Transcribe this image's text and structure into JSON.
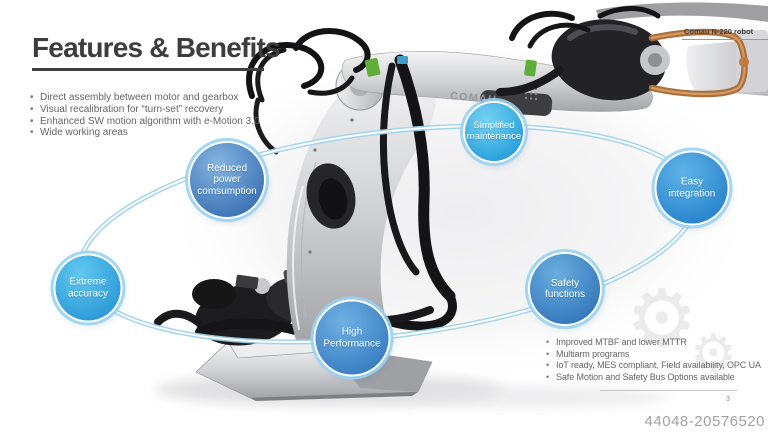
{
  "slide": {
    "title": "Features & Benefits",
    "product_label": "Comau N-220 robot",
    "page_number": "3",
    "watermark": "44048-20576520",
    "left_bullets": [
      "Direct assembly between motor and gearbox",
      "Visual recalibration for “turn-set” recovery",
      "Enhanced SW motion algorithm with e-Motion 3.0",
      "Wide working areas"
    ],
    "right_bullets": [
      "Improved MTBF and lower MTTR",
      "Multiarm programs",
      "IoT ready, MES compliant, Field availability, OPC UA",
      "Safe Motion and Safety Bus Options available"
    ]
  },
  "robot": {
    "logo_text": "COMAU"
  },
  "bubbles": [
    {
      "id": "reduced-power",
      "label": "Reduced\npower\ncomsumption",
      "c1": "#85b4e0",
      "c2": "#3d74b5"
    },
    {
      "id": "simplified-maintenance",
      "label": "Simplified\nmaintenance",
      "c1": "#74d2f2",
      "c2": "#2aa0dc"
    },
    {
      "id": "easy-integration",
      "label": "Easy\nintegration",
      "c1": "#5fb3e8",
      "c2": "#2a85cc"
    },
    {
      "id": "safety-functions",
      "label": "Safety\nfunctions",
      "c1": "#6aaede",
      "c2": "#3579be"
    },
    {
      "id": "high-performance",
      "label": "High\nPerformance",
      "c1": "#6fb0e2",
      "c2": "#3a7fc4"
    },
    {
      "id": "extreme-accuracy",
      "label": "Extreme\naccuracy",
      "c1": "#62c8ee",
      "c2": "#2d9ad8"
    }
  ],
  "colors": {
    "title_text": "#3d3d3d",
    "body_text": "#646464",
    "ellipse_ring": "#9fd3ef",
    "bubble_text": "#ffffff",
    "watermark_text": "#a2a2a2",
    "gear_watermark": "#ebebed",
    "copper_accent": "#a96f3c",
    "green_connector": "#5fae3a"
  }
}
